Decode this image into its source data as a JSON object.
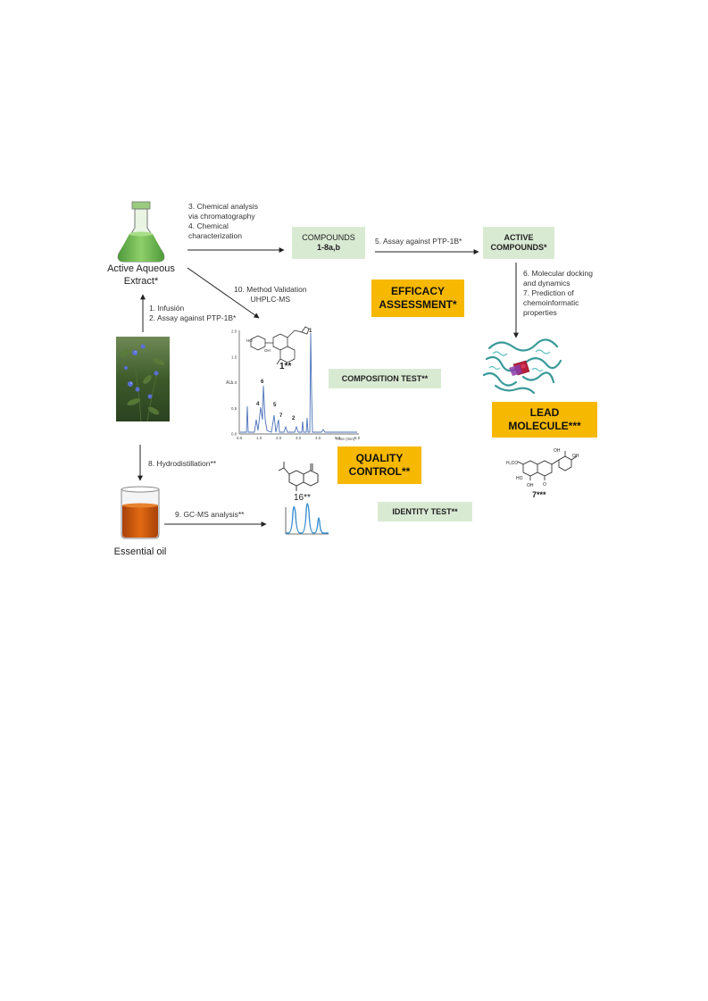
{
  "source": {
    "label_line1": "Active Aqueous",
    "label_line2": "Extract*"
  },
  "oil": {
    "label": "Essential oil"
  },
  "steps": {
    "s3": "3. Chemical analysis",
    "s3b": "via chromatography",
    "s4": "4. Chemical",
    "s4b": "characterization",
    "s5": "5. Assay against PTP-1B*",
    "s6": "6. Molecular docking",
    "s6b": "and dynamics",
    "s7": "7. Prediction of",
    "s7b": "chemoinformatic",
    "s7c": "properties",
    "s1": "1. Infusión",
    "s2": "2. Assay against PTP-1B*",
    "s10": "10. Method Validation",
    "s10b": "UHPLC-MS",
    "s8": "8. Hydrodistillation**",
    "s9": "9. GC-MS analysis**"
  },
  "boxes": {
    "compounds_line1": "COMPOUNDS",
    "compounds_line2": "1-8a,b",
    "active_line1": "ACTIVE",
    "active_line2": "COMPOUNDS*",
    "efficacy_line1": "EFFICACY",
    "efficacy_line2": "ASSESSMENT*",
    "composition": "COMPOSITION TEST**",
    "quality_line1": "QUALITY",
    "quality_line2": "CONTROL**",
    "lead_line1": "LEAD",
    "lead_line2": "MOLECULE***",
    "identity": "IDENTITY TEST**"
  },
  "molecules": {
    "m1": "1**",
    "m16": "16**",
    "m7": "7***",
    "och3": "H₃CO",
    "oh": "OH",
    "ho": "HO",
    "o": "O"
  },
  "chromatogram": {
    "y_axis": "AU",
    "x_axis": "Time (min)",
    "y_ticks": [
      "0.0",
      "0.5",
      "1.0",
      "1.5",
      "2.0"
    ],
    "x_ticks": [
      "0.0",
      "1.0",
      "2.0",
      "3.0",
      "4.0",
      "5.0",
      "6.0"
    ],
    "peak_labels": [
      "4",
      "6",
      "5",
      "7",
      "2",
      "1"
    ]
  },
  "colors": {
    "green_box": "#d9ead3",
    "orange_box": "#f6b800",
    "chrom_line": "#4a72b8",
    "gc_line": "#3a90d0",
    "oil": "#c8560a",
    "flask_green": "#6fb552"
  }
}
